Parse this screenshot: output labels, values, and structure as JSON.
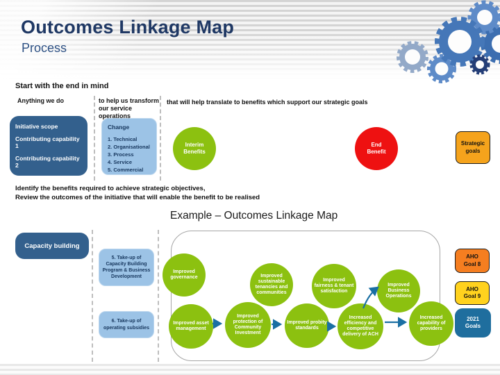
{
  "slide": {
    "title": "Outcomes Linkage Map",
    "subtitle": "Process"
  },
  "top_section": {
    "heading": "Start with the end in mind",
    "columns": [
      {
        "header": "Anything we do"
      },
      {
        "header": "to help us transform our service operations"
      },
      {
        "header": "that will help translate to benefits which support our strategic goals"
      }
    ],
    "initiative_box": {
      "lines": [
        "Initiative scope",
        "Contributing capability 1",
        "Contributing capability 2"
      ]
    },
    "change_box": {
      "title": "Change",
      "items": [
        "1. Technical",
        "2. Organisational",
        "3. Process",
        "4. Service",
        "5. Commercial"
      ]
    },
    "interim_benefits_label": "Interim Benefits",
    "end_benefit_label": "End Benefit",
    "strategic_goals_label": "Strategic goals"
  },
  "middle_text": {
    "line1": "Identify the benefits required to achieve strategic objectives,",
    "line2": "Review the outcomes of the initiative that will enable the benefit to be realised"
  },
  "example": {
    "heading": "Example – Outcomes Linkage Map",
    "capacity_box_label": "Capacity building",
    "takeup_boxes": [
      "5. Take-up of Capacity Building Program & Business Development",
      "6. Take-up of operating subsidies"
    ],
    "circles": [
      {
        "label": "Improved governance"
      },
      {
        "label": "Improved asset management"
      },
      {
        "label": "Improved protection of Community Investment"
      },
      {
        "label": "Improved sustainable tenancies and communities"
      },
      {
        "label": "Improved fairness & tenant satisfaction"
      },
      {
        "label": "Improved probity standards"
      },
      {
        "label": "Increased efficiency and competitive delivery of ACH"
      },
      {
        "label": "Improved Business Operations"
      },
      {
        "label": "Increased capability of providers"
      }
    ],
    "goal_boxes": [
      {
        "label": "AHO Goal 8",
        "color": "#f57e20"
      },
      {
        "label": "AHO Goal 9",
        "color": "#ffd21e"
      },
      {
        "label": "2021 Goals",
        "color": "#1f6e9e"
      }
    ]
  },
  "colors": {
    "title_navy": "#1f3864",
    "dark_blue_box": "#33608d",
    "light_blue_box": "#9cc3e6",
    "green_circle": "#8cc110",
    "red_circle": "#ee1111",
    "strategic_orange": "#f5a31c",
    "arrow_blue": "#1a6fa3"
  }
}
